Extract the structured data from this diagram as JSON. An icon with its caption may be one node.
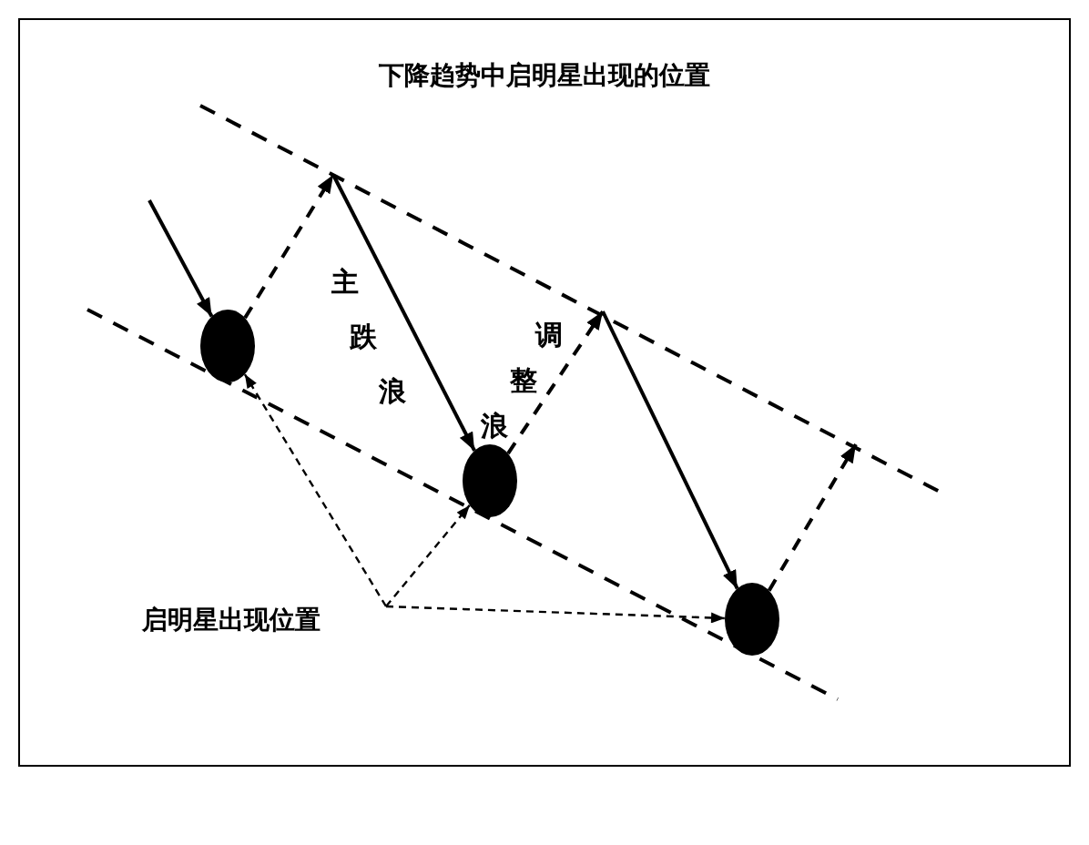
{
  "diagram": {
    "title": "下降趋势中启明星出现的位置",
    "nodes": [
      {
        "text": [],
        "shape": "circle"
      },
      {
        "text": [],
        "shape": "circle"
      },
      {
        "text": [],
        "shape": "circle"
      },
      {
        "text": [
          "启明星出现位置"
        ]
      }
    ],
    "edges": [
      {
        "from": null,
        "to": 0,
        "arrow": "to"
      },
      {
        "from": 0,
        "to": null,
        "arrow": "to",
        "style": "dashed"
      },
      {
        "from": null,
        "to": 1,
        "arrow": "to",
        "label": "主跌浪"
      },
      {
        "from": 1,
        "to": null,
        "arrow": "to",
        "style": "dashed",
        "label": "调整浪"
      },
      {
        "from": null,
        "to": 2,
        "arrow": "to"
      },
      {
        "from": 2,
        "to": null,
        "arrow": "to",
        "style": "dashed"
      },
      {
        "from": 3,
        "to": 0,
        "arrow": "to",
        "style": "dashed"
      },
      {
        "from": 3,
        "to": 1,
        "arrow": "to",
        "style": "dashed"
      },
      {
        "from": 3,
        "to": 2,
        "arrow": "to",
        "style": "dashed"
      }
    ]
  }
}
